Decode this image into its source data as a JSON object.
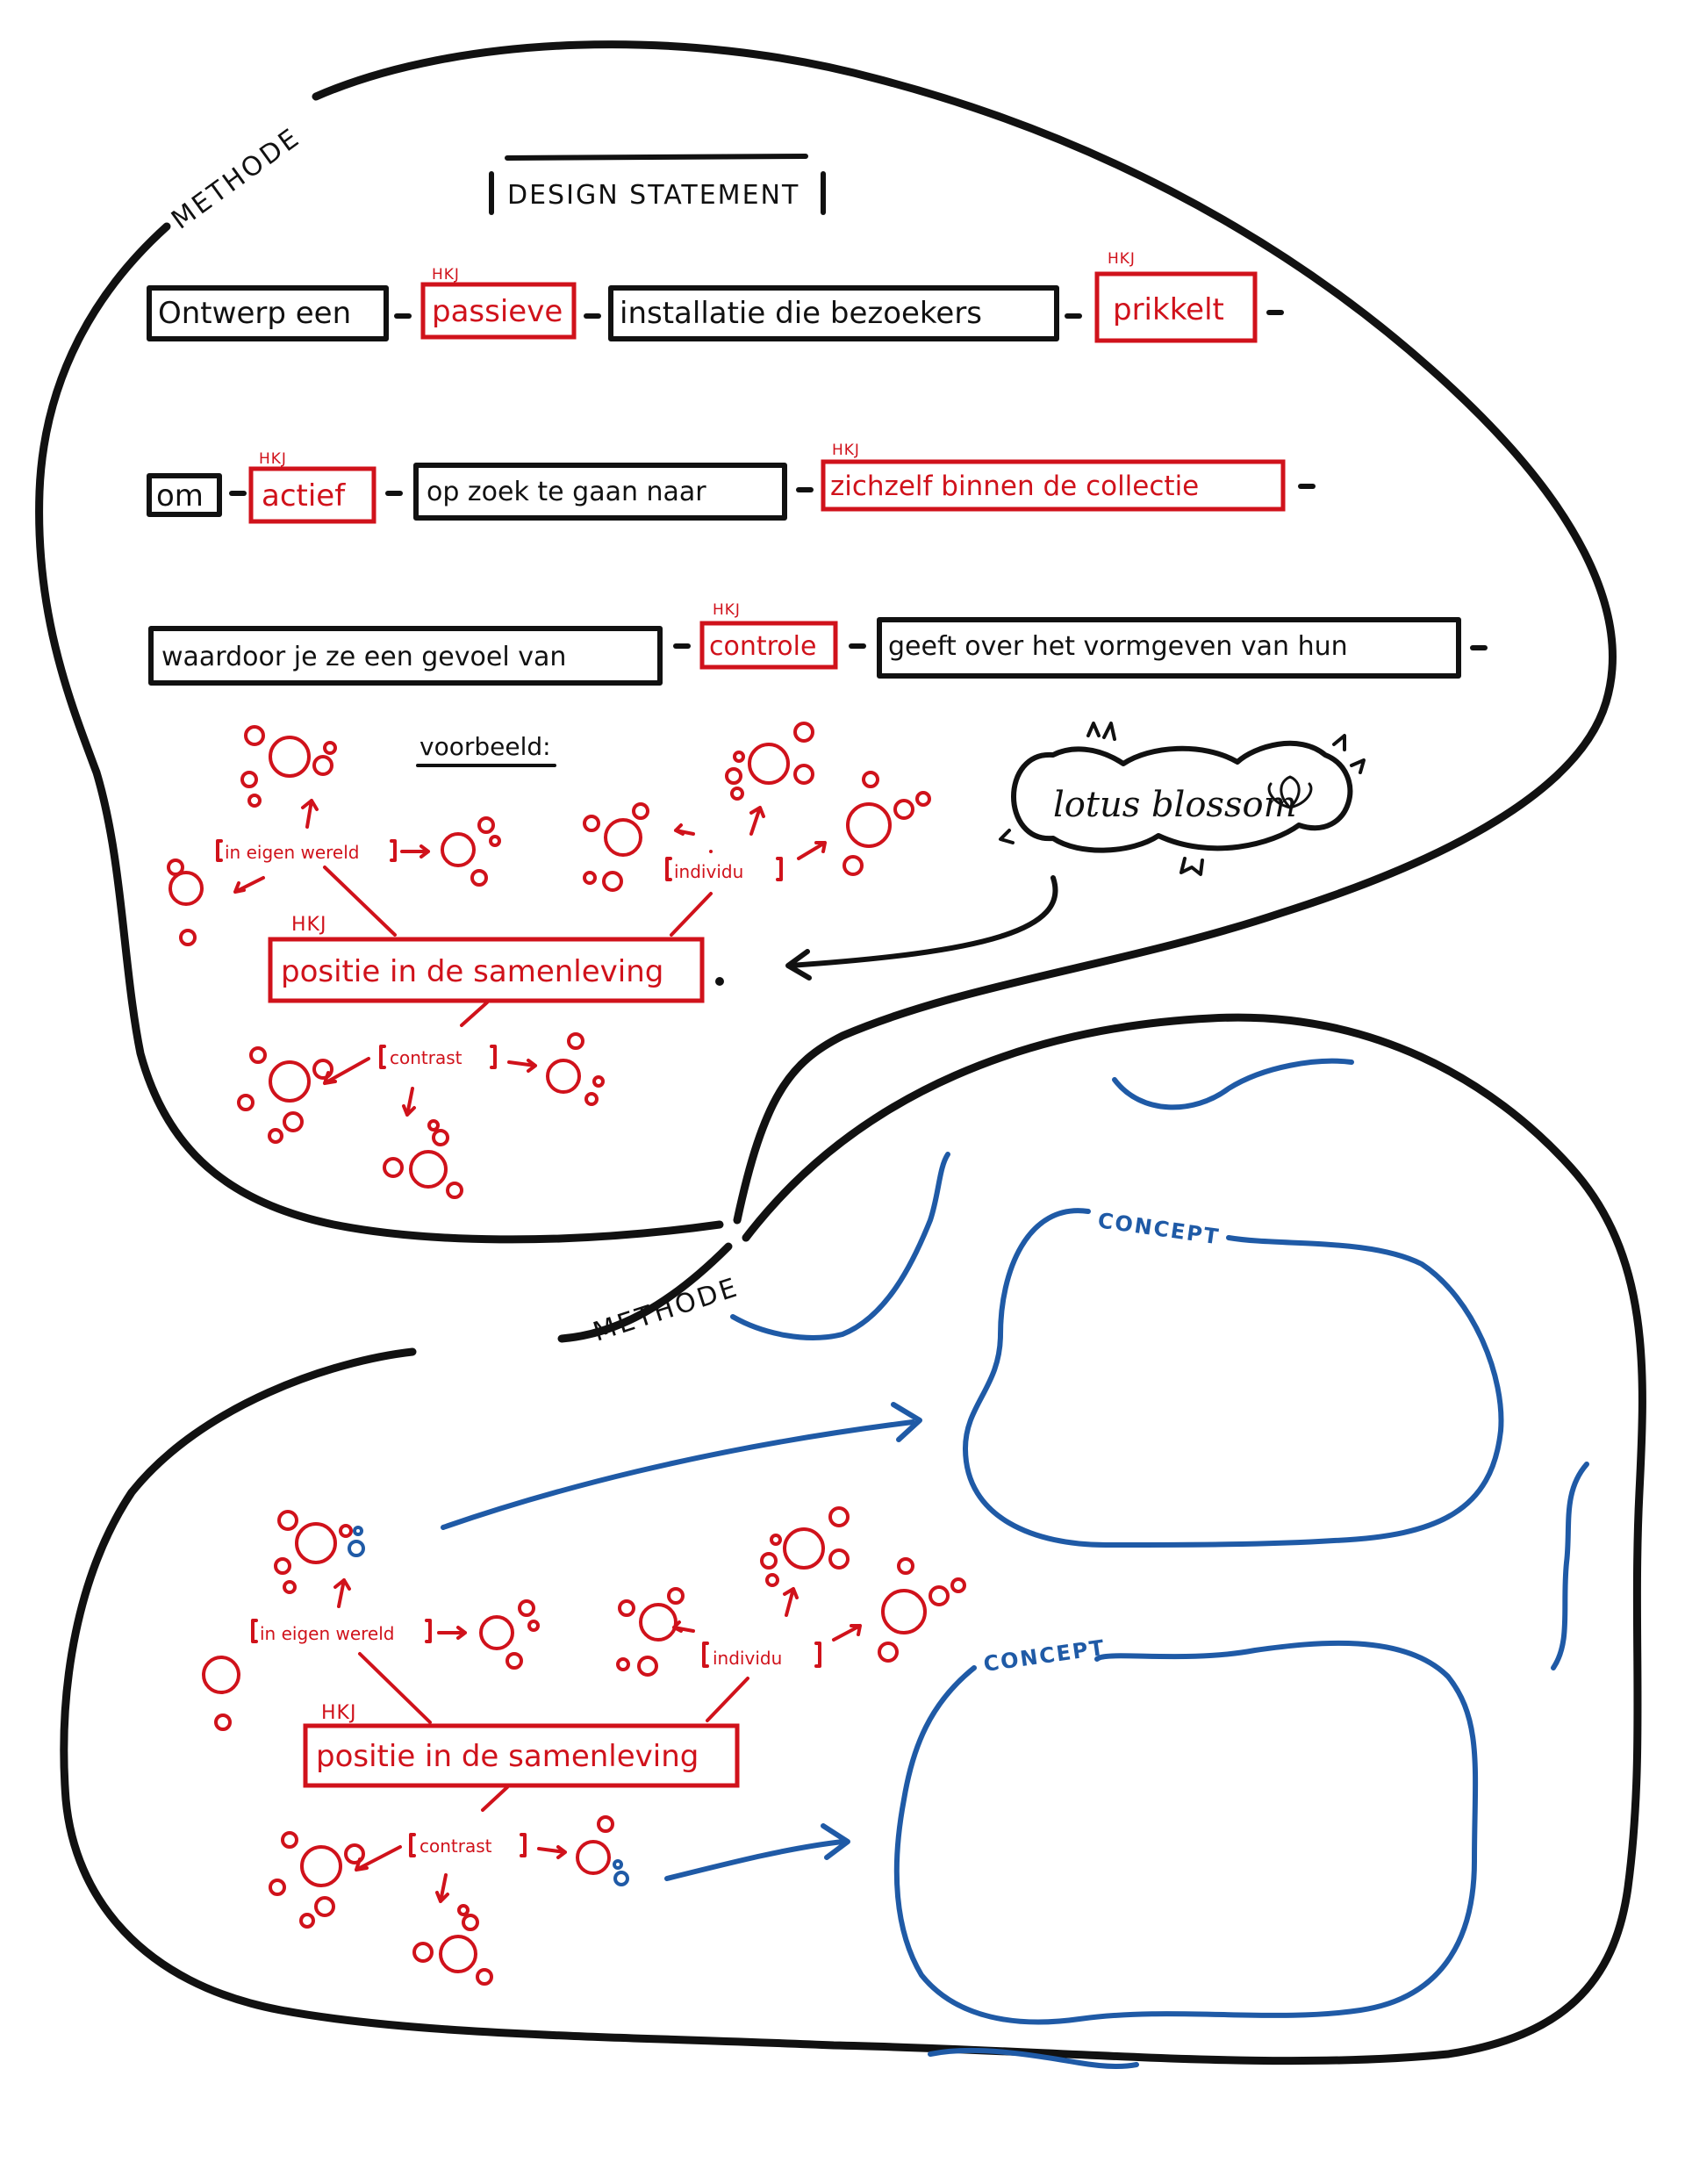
{
  "section1": {
    "methode_label": "METHODE",
    "design_statement_title": "DESIGN STATEMENT",
    "hkj_tag": "HKJ",
    "line1": [
      "Ontwerp een",
      "passieve",
      "installatie die bezoekers",
      "prikkelt"
    ],
    "line2": [
      "om",
      "actief",
      "op zoek te gaan naar",
      "zichzelf binnen de collectie"
    ],
    "line3": [
      "waardoor je ze een gevoel van",
      "controle",
      "geeft over het vormgeven van hun"
    ],
    "voorbeeld_label": "voorbeeld:",
    "lotus_label": "lotus blossom",
    "mindmap": {
      "center": "positie in de samenleving",
      "hkj": "HKJ",
      "branch_wereld": "in eigen wereld",
      "branch_individu": "individu",
      "branch_contrast": "contrast"
    }
  },
  "section2": {
    "methode_label": "METHODE",
    "concept1_label": "CONCEPT",
    "concept2_label": "CONCEPT",
    "mindmap": {
      "center": "positie in de samenleving",
      "hkj": "HKJ",
      "branch_wereld": "in eigen wereld",
      "branch_individu": "individu",
      "branch_contrast": "contrast"
    }
  },
  "colors": {
    "ink": "#111111",
    "accent_red": "#d0121b",
    "accent_blue": "#1f5aa6"
  }
}
